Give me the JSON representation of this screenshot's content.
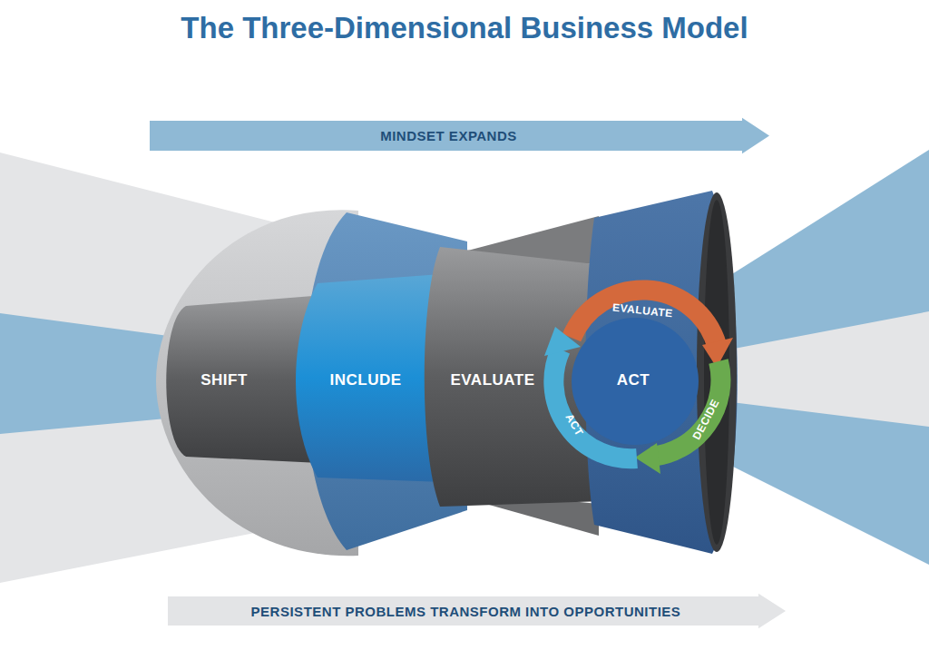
{
  "diagram": {
    "title": "The Three-Dimensional Business Model",
    "nodes": [
      {
        "text": [
          "MINDSET EXPANDS"
        ]
      },
      {
        "text": [
          "SHIFT"
        ]
      },
      {
        "text": [
          "INCLUDE"
        ]
      },
      {
        "text": [
          "EVALUATE"
        ]
      },
      {
        "text": [
          "ACT"
        ]
      },
      {
        "text": [
          "PERSISTENT PROBLEMS TRANSFORM INTO OPPORTUNITIES"
        ]
      }
    ],
    "labels": [
      "EVALUATE",
      "DECIDE",
      "ACT"
    ]
  }
}
